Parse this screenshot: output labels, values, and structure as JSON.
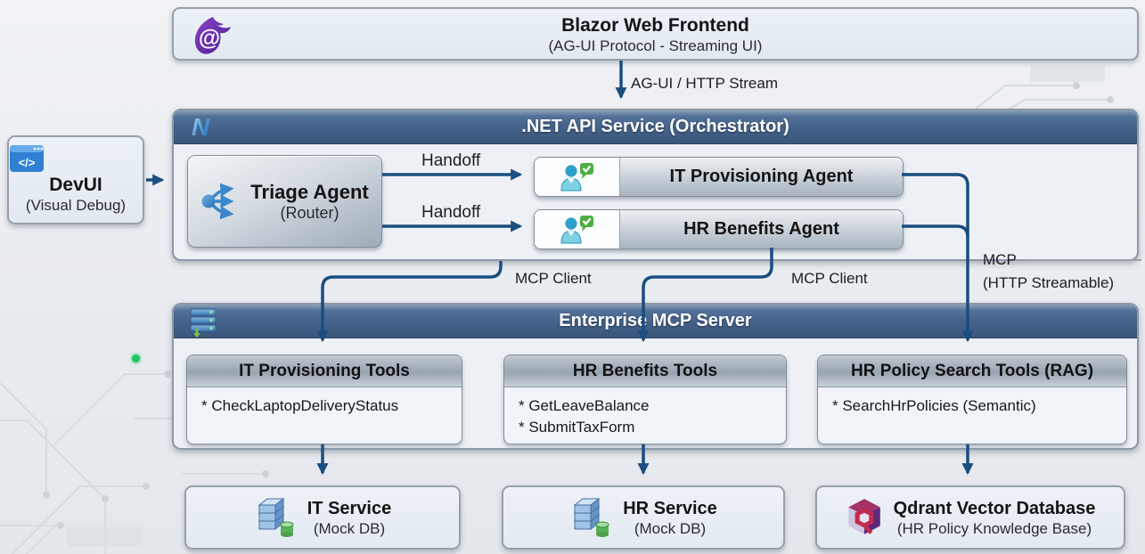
{
  "frontend": {
    "title": "Blazor Web Frontend",
    "subtitle": "(AG-UI Protocol - Streaming UI)",
    "icon": "blazor-flame-icon"
  },
  "devui": {
    "title": "DevUI",
    "subtitle": "(Visual Debug)",
    "icon": "code-window-icon"
  },
  "orchestrator": {
    "title": ".NET API Service (Orchestrator)",
    "icon": "dotnet-logo-icon",
    "triage": {
      "title": "Triage Agent",
      "subtitle": "(Router)",
      "icon": "route-share-icon"
    },
    "agents": [
      {
        "label": "IT Provisioning Agent",
        "icon": "agent-person-check-icon"
      },
      {
        "label": "HR Benefits Agent",
        "icon": "agent-person-check-icon"
      }
    ]
  },
  "mcp_server": {
    "title": "Enterprise MCP Server",
    "icon": "server-stack-icon",
    "tools": [
      {
        "title": "IT Provisioning Tools",
        "items": [
          "* CheckLaptopDeliveryStatus"
        ]
      },
      {
        "title": "HR Benefits Tools",
        "items": [
          "* GetLeaveBalance",
          "* SubmitTaxForm"
        ]
      },
      {
        "title": "HR Policy Search Tools (RAG)",
        "items": [
          "* SearchHrPolicies (Semantic)"
        ]
      }
    ]
  },
  "services": [
    {
      "title": "IT Service",
      "subtitle": "(Mock DB)",
      "icon": "database-icon"
    },
    {
      "title": "HR Service",
      "subtitle": "(Mock DB)",
      "icon": "database-icon"
    },
    {
      "title": "Qdrant Vector Database",
      "subtitle": "(HR Policy Knowledge Base)",
      "icon": "qdrant-cube-icon"
    }
  ],
  "connections": {
    "agui_label": "AG-UI / HTTP Stream",
    "handoff_label": "Handoff",
    "mcp_client_label": "MCP Client",
    "mcp_label": "MCP",
    "mcp_sublabel": "(HTTP Streamable)"
  },
  "colors": {
    "connector": "#1a4d80",
    "header_blue": "#44618a",
    "status_green_dot": "#22c55e"
  }
}
